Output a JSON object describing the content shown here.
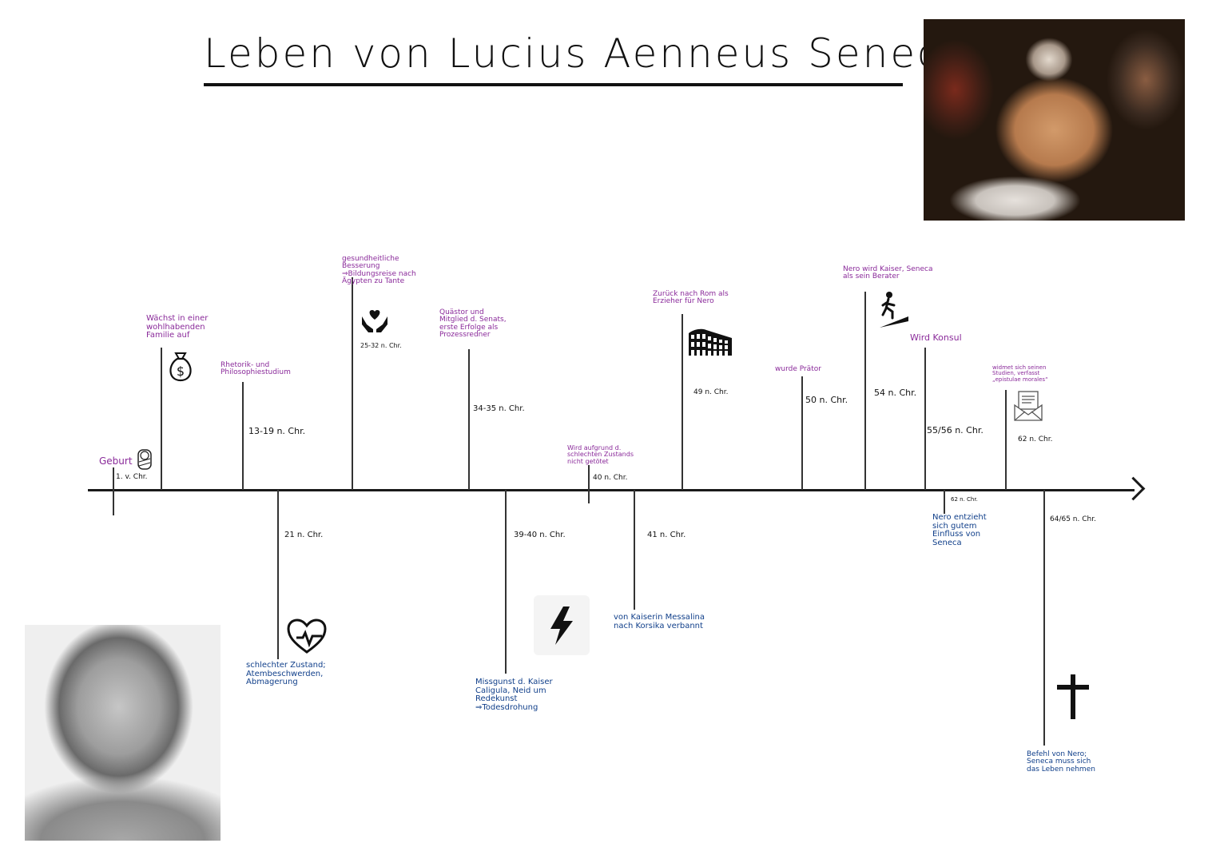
{
  "title": "Leben von Lucius Aenneus Seneca",
  "images": {
    "painting": "Gemälde: Tod des Seneca",
    "bust": "Büste des Seneca"
  },
  "events_above": [
    {
      "label": "Geburt",
      "date": "1. v. Chr.",
      "icon": "baby-icon"
    },
    {
      "label": "Wächst in einer wohlhabenden Familie auf",
      "date": "",
      "icon": "money-bag-icon"
    },
    {
      "label": "Rhetorik- und Philosophiestudium",
      "date": "13-19 n. Chr.",
      "icon": ""
    },
    {
      "label": "gesundheitliche Besserung\n⇒Bildungsreise nach Ägypten zu Tante",
      "date": "25-32 n. Chr.",
      "icon": "caring-hands-heart-icon"
    },
    {
      "label": "Quästor und Mitglied d. Senats, erste Erfolge als Prozessredner",
      "date": "34-35 n. Chr.",
      "icon": ""
    },
    {
      "label": "Wird aufgrund d. schlechten Zustands nicht getötet",
      "date": "40 n. Chr.",
      "icon": ""
    },
    {
      "label": "Zurück nach Rom als Erzieher für Nero",
      "date": "49 n. Chr.",
      "icon": "colosseum-icon"
    },
    {
      "label": "wurde Prätor",
      "date": "50 n. Chr.",
      "icon": ""
    },
    {
      "label": "Nero wird Kaiser, Seneca als sein Berater",
      "date": "54 n. Chr.",
      "icon": "climbing-stairs-icon"
    },
    {
      "label": "Wird Konsul",
      "date": "55/56 n. Chr.",
      "icon": ""
    },
    {
      "label": "widmet sich seinen Studien, verfasst „epistulae morales“",
      "date": "62 n. Chr.",
      "icon": "envelope-letter-icon"
    }
  ],
  "events_below": [
    {
      "label": "schlechter Zustand; Atembeschwerden, Abmagerung",
      "date": "21 n. Chr.",
      "icon": "heartbeat-icon"
    },
    {
      "label": "Missgunst d. Kaiser Caligula, Neid um Redekunst\n⇒Todesdrohung",
      "date": "39-40 n. Chr.",
      "icon": "lightning-icon"
    },
    {
      "label": "von Kaiserin Messalina nach Korsika verbannt",
      "date": "41 n. Chr.",
      "icon": ""
    },
    {
      "label": "Nero entzieht sich gutem Einfluss von Seneca",
      "date": "62 n. Chr.",
      "icon": ""
    },
    {
      "label": "Befehl von Nero; Seneca muss sich das Leben nehmen",
      "date": "64/65 n. Chr.",
      "icon": "cross-icon"
    }
  ],
  "colors": {
    "above_text": "#8a2a9a",
    "below_text": "#103f8a",
    "axis": "#1a1a1a"
  }
}
